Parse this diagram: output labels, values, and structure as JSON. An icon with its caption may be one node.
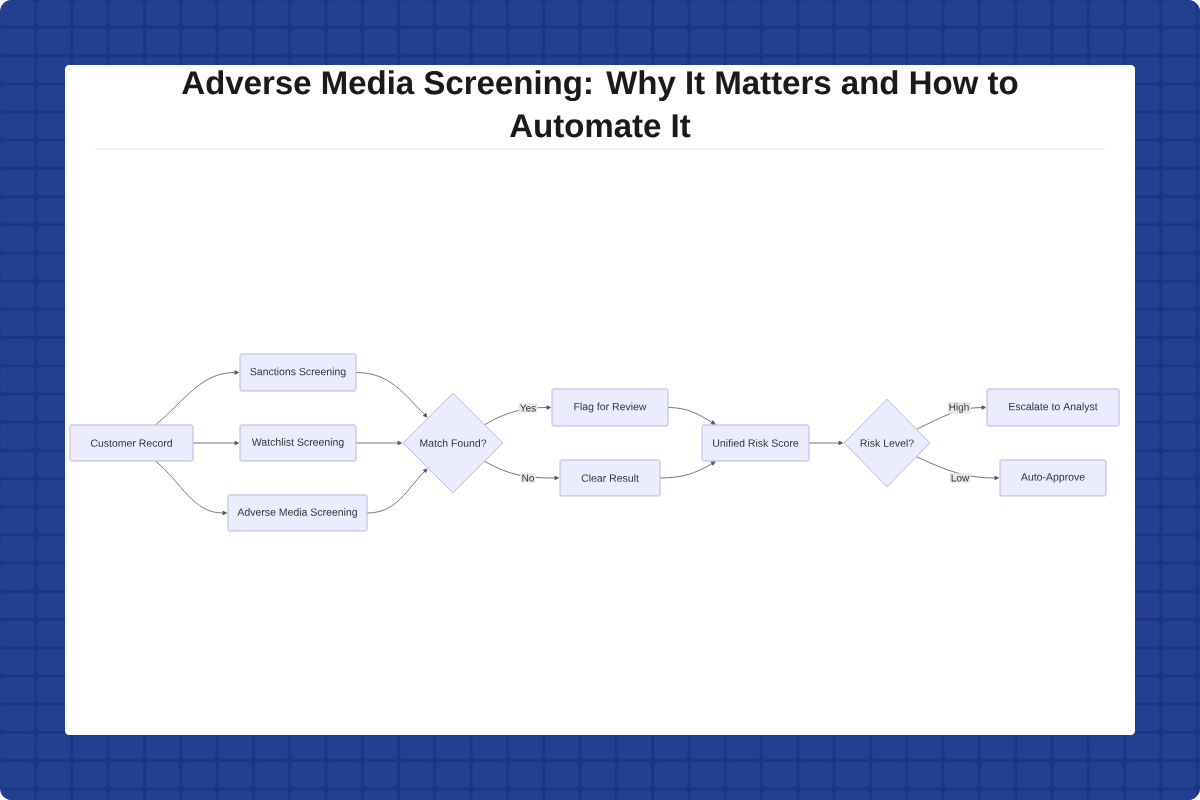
{
  "diagram": {
    "title": "Adverse Media Screening: Why It Matters and How to Automate It",
    "nodes": [
      {
        "text": [
          "Customer Record"
        ]
      },
      {
        "text": [
          "Sanctions Screening"
        ]
      },
      {
        "text": [
          "Watchlist Screening"
        ]
      },
      {
        "text": [
          "Adverse Media Screening"
        ]
      },
      {
        "text": [
          "Match Found?"
        ]
      },
      {
        "text": [
          "Flag for Review"
        ]
      },
      {
        "text": [
          "Clear Result"
        ]
      },
      {
        "text": [
          "Unified Risk Score"
        ]
      },
      {
        "text": [
          "Risk Level?"
        ]
      },
      {
        "text": [
          "Escalate to Analyst"
        ]
      },
      {
        "text": [
          "Auto-Approve"
        ]
      }
    ],
    "edges": [
      {
        "from": 0,
        "to": 1,
        "arrow": "to"
      },
      {
        "from": 0,
        "to": 2,
        "arrow": "to"
      },
      {
        "from": 0,
        "to": 3,
        "arrow": "to"
      },
      {
        "from": 1,
        "to": 4,
        "arrow": "to"
      },
      {
        "from": 2,
        "to": 4,
        "arrow": "to"
      },
      {
        "from": 3,
        "to": 4,
        "arrow": "to"
      },
      {
        "from": 4,
        "to": 5,
        "arrow": "to",
        "label": "Yes"
      },
      {
        "from": 4,
        "to": 6,
        "arrow": "to",
        "label": "No"
      },
      {
        "from": 5,
        "to": 7,
        "arrow": "to"
      },
      {
        "from": 6,
        "to": 7,
        "arrow": "to"
      },
      {
        "from": 7,
        "to": 8,
        "arrow": "to"
      },
      {
        "from": 8,
        "to": 9,
        "arrow": "to",
        "label": "High"
      },
      {
        "from": 8,
        "to": 10,
        "arrow": "to",
        "label": "Low"
      }
    ]
  }
}
